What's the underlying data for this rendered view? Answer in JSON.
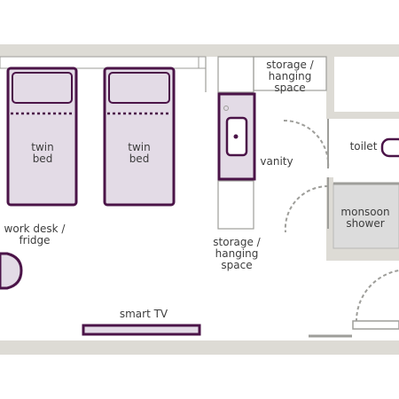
{
  "labels": {
    "bed_left": "twin\nbed",
    "bed_right": "twin\nbed",
    "storage_top": "storage /\nhanging\nspace",
    "vanity": "vanity",
    "toilet": "toilet",
    "shower": "monsoon\nshower",
    "storage_mid": "storage /\nhanging\nspace",
    "work_desk": "work desk /\nfridge",
    "tv": "smart TV"
  },
  "colors": {
    "wall": "#dddbd5",
    "furniture_outline": "#4b1448",
    "bed_fill": "#e3dbe6",
    "shower_fill": "#dcdcdc",
    "text": "#3d3d3d"
  }
}
